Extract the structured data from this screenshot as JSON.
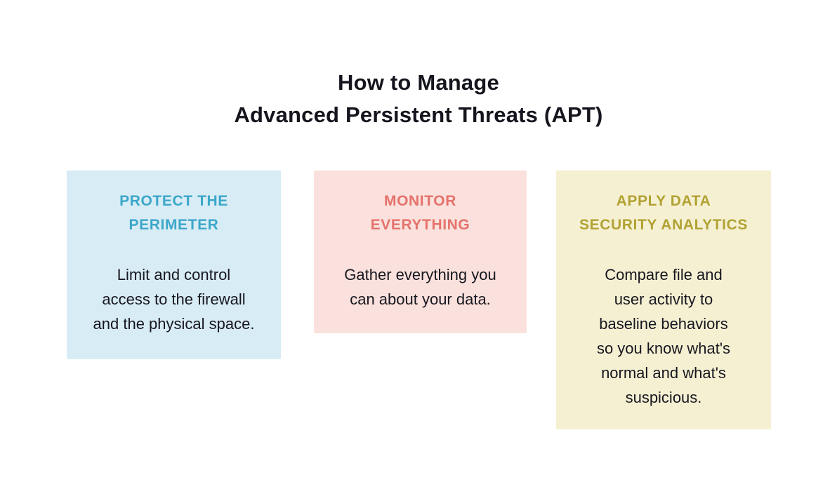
{
  "title": "How to Manage\nAdvanced Persistent Threats (APT)",
  "colors": {
    "page_background": "#ffffff",
    "title_text": "#15151e",
    "body_text": "#17171f"
  },
  "cards": [
    {
      "heading": "PROTECT THE\nPERIMETER",
      "body": "Limit and control\naccess to the firewall\nand the physical space.",
      "bg": "#d8ecf5",
      "heading_color": "#3ba7c9"
    },
    {
      "heading": "MONITOR\nEVERYTHING",
      "body": "Gather everything you\ncan about your data.",
      "bg": "#fae1dd",
      "heading_color": "#e5726b"
    },
    {
      "heading": "APPLY DATA\nSECURITY ANALYTICS",
      "body": "Compare file and\nuser activity to\nbaseline behaviors\nso you know what's\nnormal and what's\nsuspicious.",
      "bg": "#f6f0d3",
      "heading_color": "#b1a233"
    }
  ]
}
